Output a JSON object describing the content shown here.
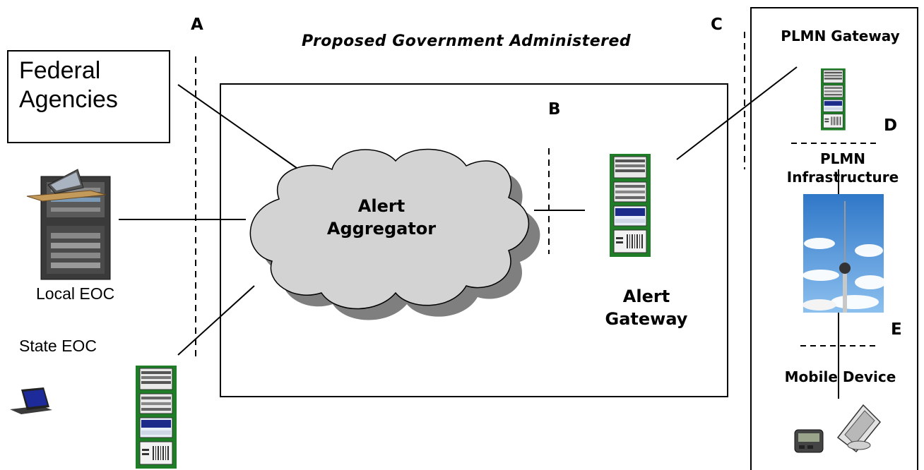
{
  "diagram": {
    "title": "Proposed Government Administered",
    "interfaces": {
      "a": "A",
      "b": "B",
      "c": "C",
      "d": "D",
      "e": "E"
    },
    "federal": {
      "line1": "Federal",
      "line2": "Agencies"
    },
    "local_eoc": "Local EOC",
    "state_eoc": "State EOC",
    "aggregator": {
      "line1": "Alert",
      "line2": "Aggregator"
    },
    "gateway": {
      "line1": "Alert",
      "line2": "Gateway"
    },
    "plmn_gateway": "PLMN Gateway",
    "plmn_infra": {
      "line1": "PLMN",
      "line2": "Infrastructure"
    },
    "mobile_device": "Mobile Device",
    "colors": {
      "cloud_fill": "#d3d3d3",
      "cloud_shadow": "#808080",
      "rack_green": "#1f8a2a",
      "rack_blue": "#1c2a8a",
      "sky": "#3d86d6"
    }
  }
}
